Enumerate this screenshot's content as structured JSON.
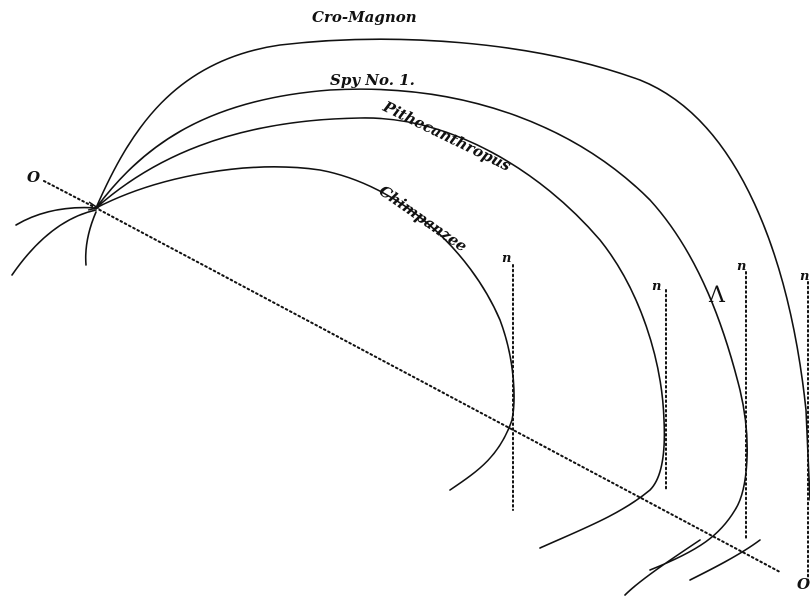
{
  "labels": {
    "cro_magnon": "Cro-Magnon",
    "spy": "Spy No. 1.",
    "pithecanthropus": "Pithecanthropus",
    "chimpanzee": "Chimpanzee",
    "point_o_left": "O",
    "point_o_right": "O",
    "n_chimp": "n",
    "n_pith": "n",
    "n_spy": "n",
    "n_cro": "n",
    "lambda": "Λ"
  }
}
